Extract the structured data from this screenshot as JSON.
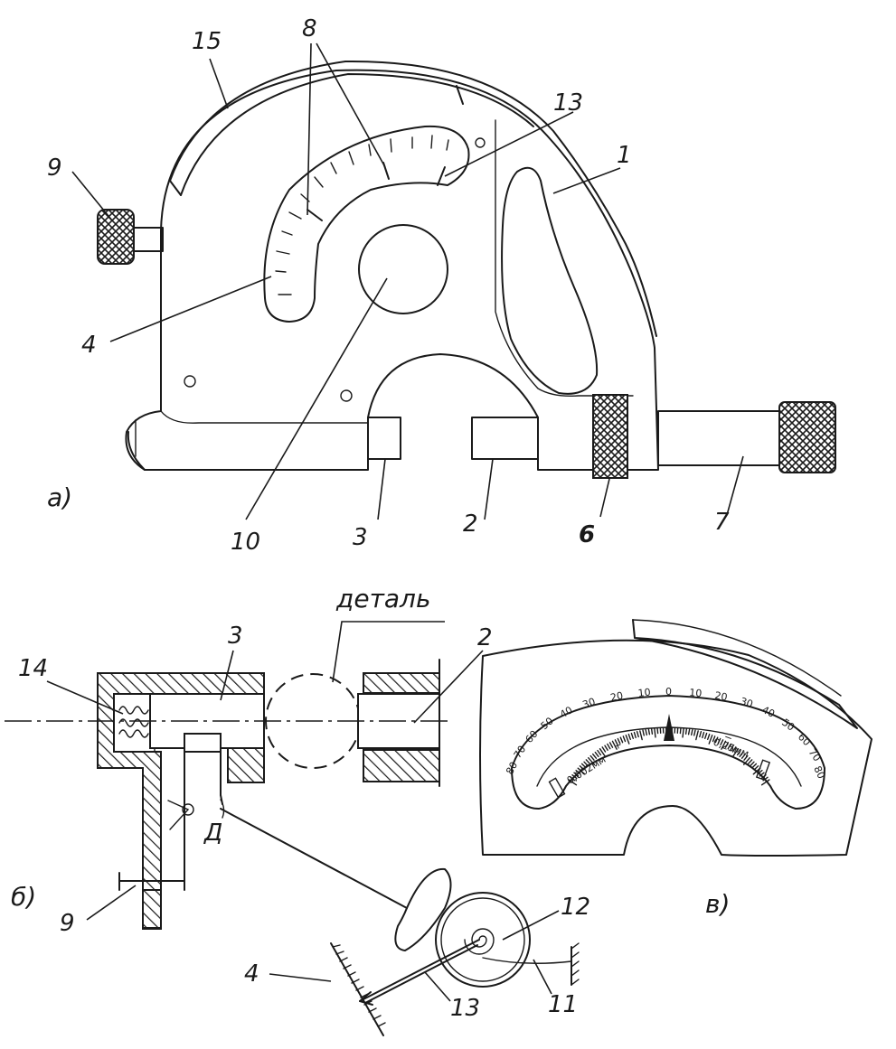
{
  "views": {
    "a": "а)",
    "b": "б)",
    "c": "в)"
  },
  "labels_a": {
    "n15": "15",
    "n8": "8",
    "n13": "13",
    "n9": "9",
    "n1": "1",
    "n4": "4",
    "n10": "10",
    "n3": "3",
    "n2": "2",
    "n6": "6",
    "n7": "7"
  },
  "labels_b": {
    "part": "деталь",
    "n3": "3",
    "n2": "2",
    "n14": "14",
    "pivot": "Д",
    "n9": "9",
    "n12": "12",
    "n4": "4",
    "n13": "13",
    "n11": "11"
  },
  "scale_c": {
    "ticks_left": [
      "80",
      "70",
      "60",
      "50",
      "40",
      "30",
      "20",
      "10"
    ],
    "zero": "0",
    "ticks_right": [
      "10",
      "20",
      "30",
      "40",
      "50",
      "60",
      "70",
      "80"
    ],
    "division_text": "0,002мм",
    "plus_sign": "+",
    "minus_sign": "−",
    "range_text": "0,25мм"
  }
}
